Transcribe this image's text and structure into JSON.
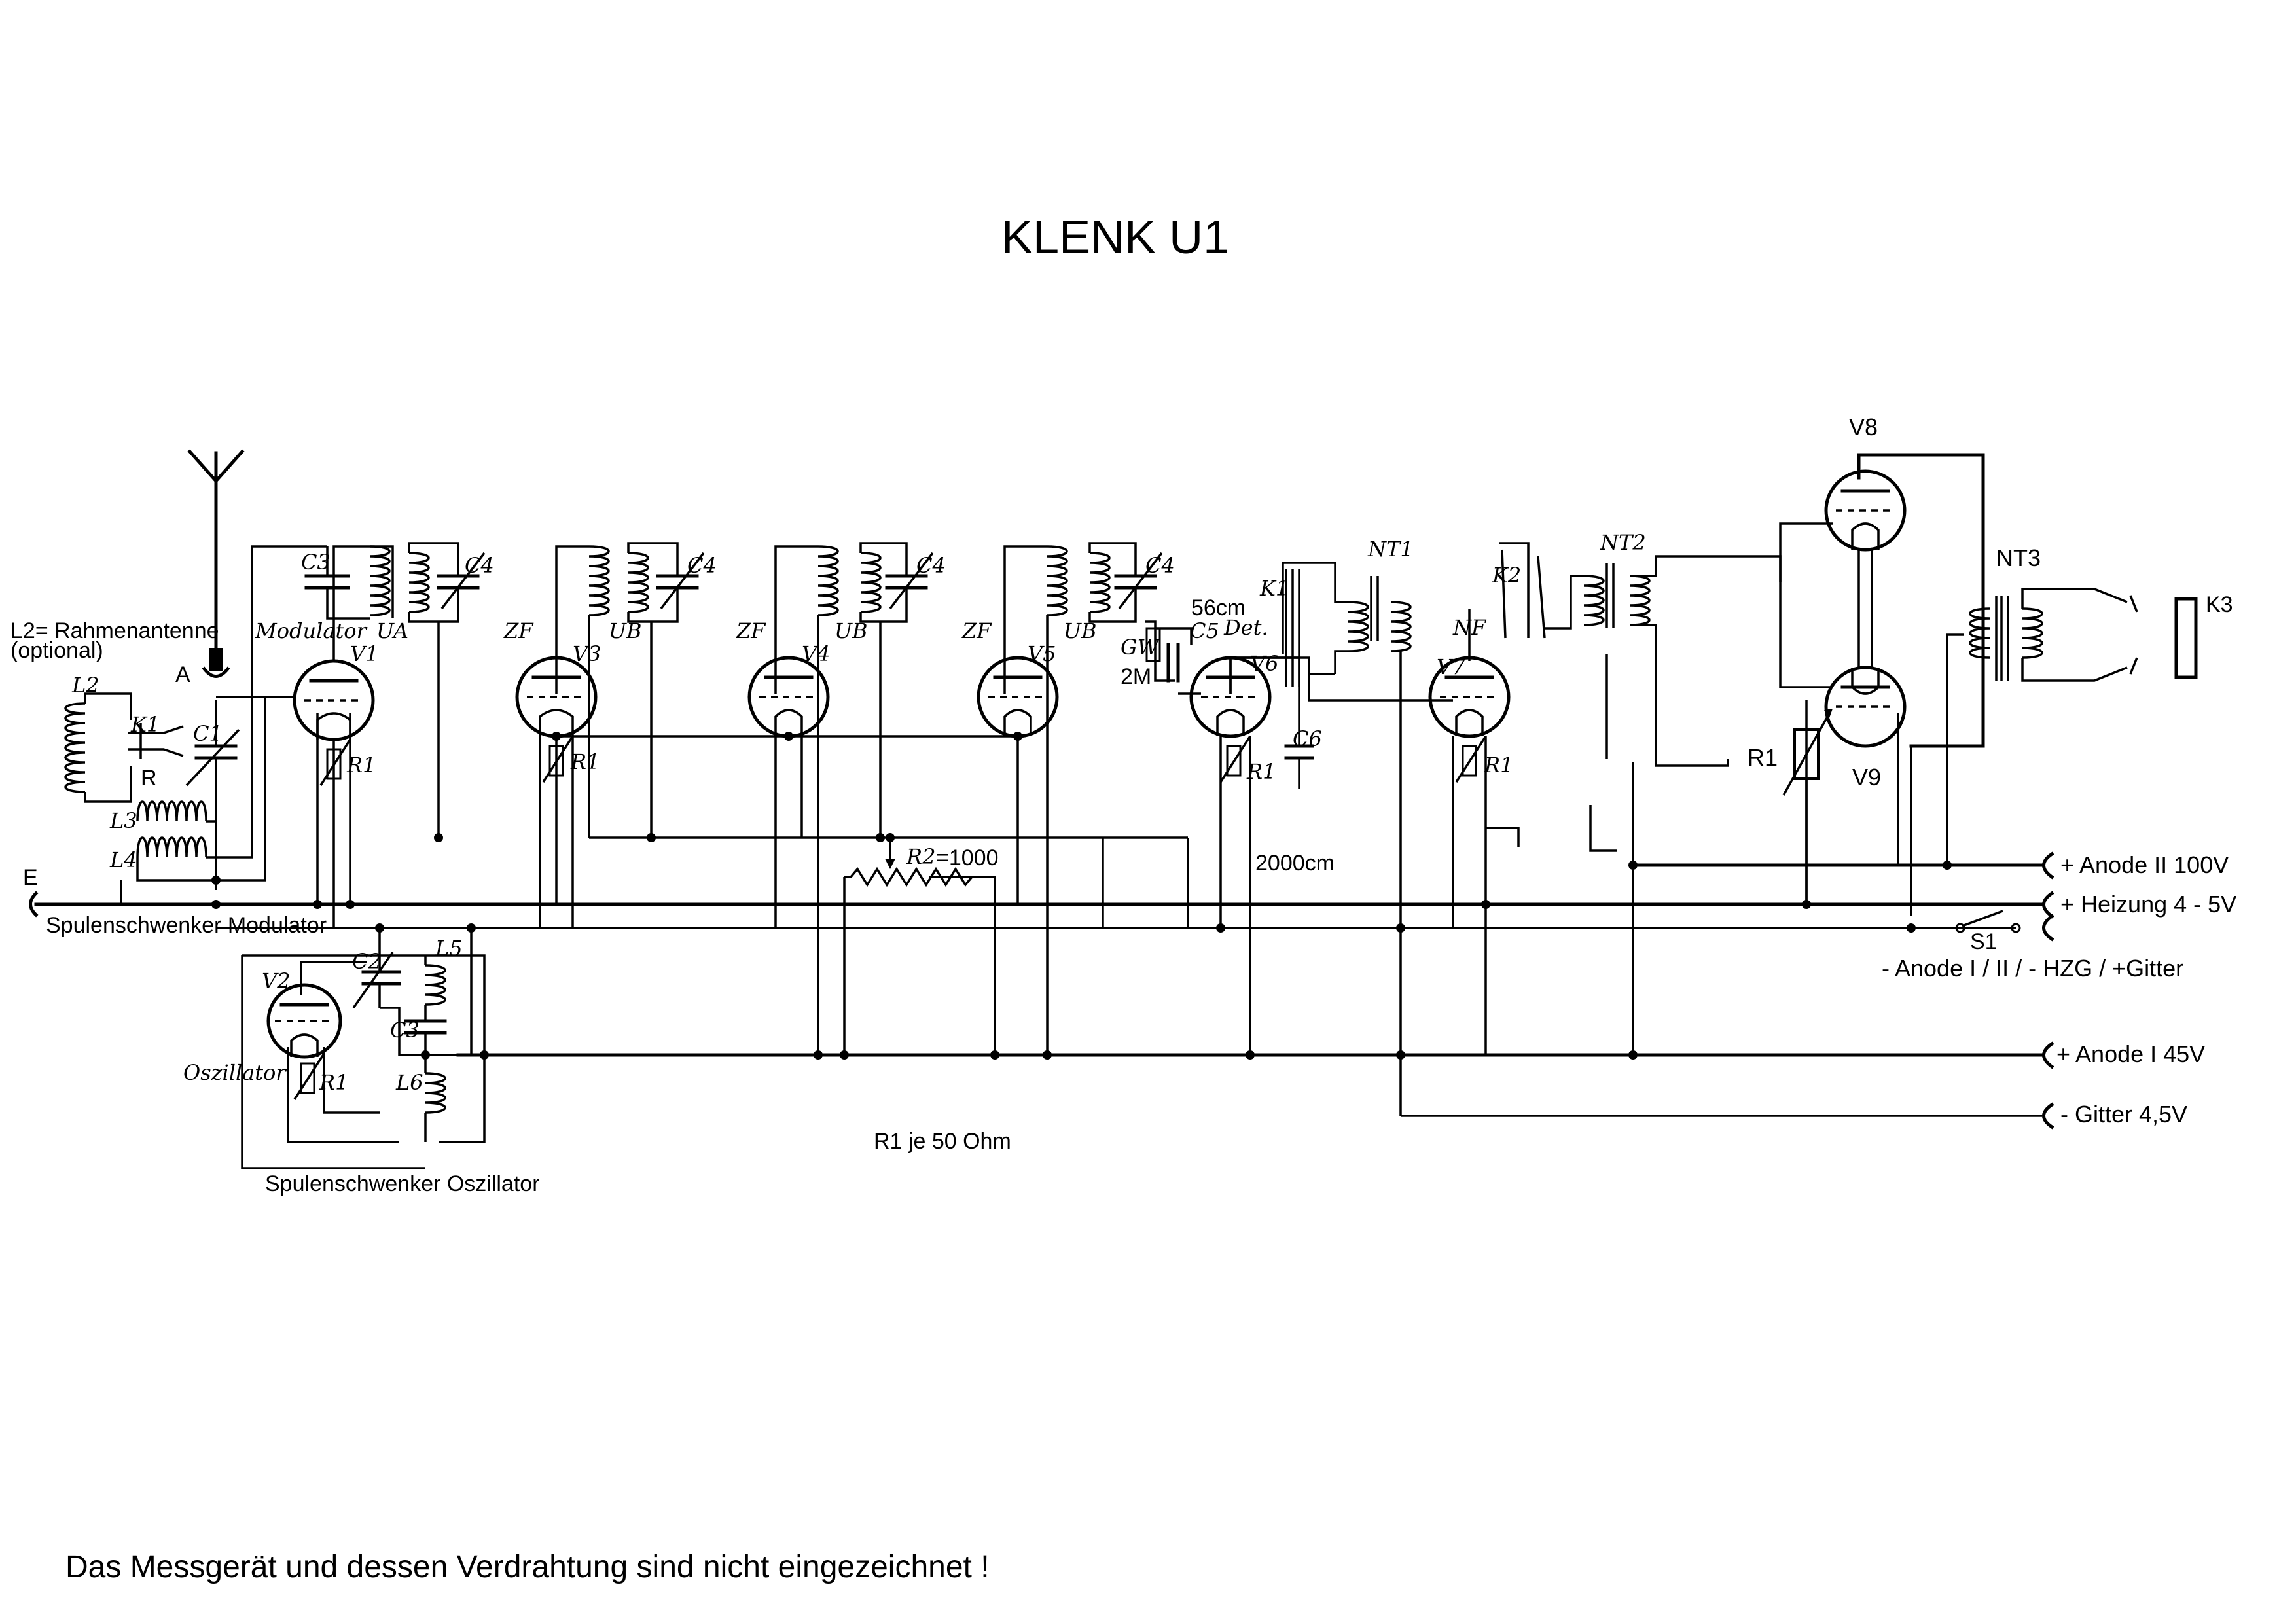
{
  "title": "KLENK U1",
  "footnote": "Das Messgerät und dessen Verdrahtung sind nicht eingezeichnet !",
  "resistor_note": "R1 je 50 Ohm",
  "antenna": {
    "a_label": "A",
    "e_label": "E",
    "frame": "L2= Rahmenantenne",
    "optional": "(optional)"
  },
  "swivel": {
    "modulator": "Spulenschwenker Modulator",
    "oscillator": "Spulenschwenker Oszillator"
  },
  "stages": {
    "modulator": "Modulator",
    "oscillator": "Oszillator",
    "zf1": "ZF",
    "zf2": "ZF",
    "zf3": "ZF",
    "det": "Det.",
    "nf": "NF",
    "ua": "UA",
    "ub1": "UB",
    "ub2": "UB",
    "ub3": "UB"
  },
  "tubes": [
    "V1",
    "V2",
    "V3",
    "V4",
    "V5",
    "V6",
    "V7",
    "V8",
    "V9"
  ],
  "components": {
    "c1": "C1",
    "c2": "C2",
    "c3": "C3",
    "c4": "C4",
    "c5": "C5",
    "c6": "C6",
    "l2": "L2",
    "l3": "L3",
    "l4": "L4",
    "l5": "L5",
    "l6": "L6",
    "k1": "K1",
    "k2": "K2",
    "k3": "K3",
    "r": "R",
    "r1": "R1",
    "r2": "R2",
    "r2_value": "=1000",
    "gw": "GW",
    "gw_value": "2M",
    "c5_value": "56cm",
    "c6_value": "2000cm",
    "nt1": "NT1",
    "nt2": "NT2",
    "nt3": "NT3",
    "s1": "S1"
  },
  "terminals": [
    {
      "label": "+ Anode II  100V"
    },
    {
      "label": "+ Heizung 4 - 5V"
    },
    {
      "label": "- Anode I / II  / - HZG / +Gitter"
    },
    {
      "label": "+ Anode I  45V"
    },
    {
      "label": "- Gitter  4,5V"
    }
  ]
}
